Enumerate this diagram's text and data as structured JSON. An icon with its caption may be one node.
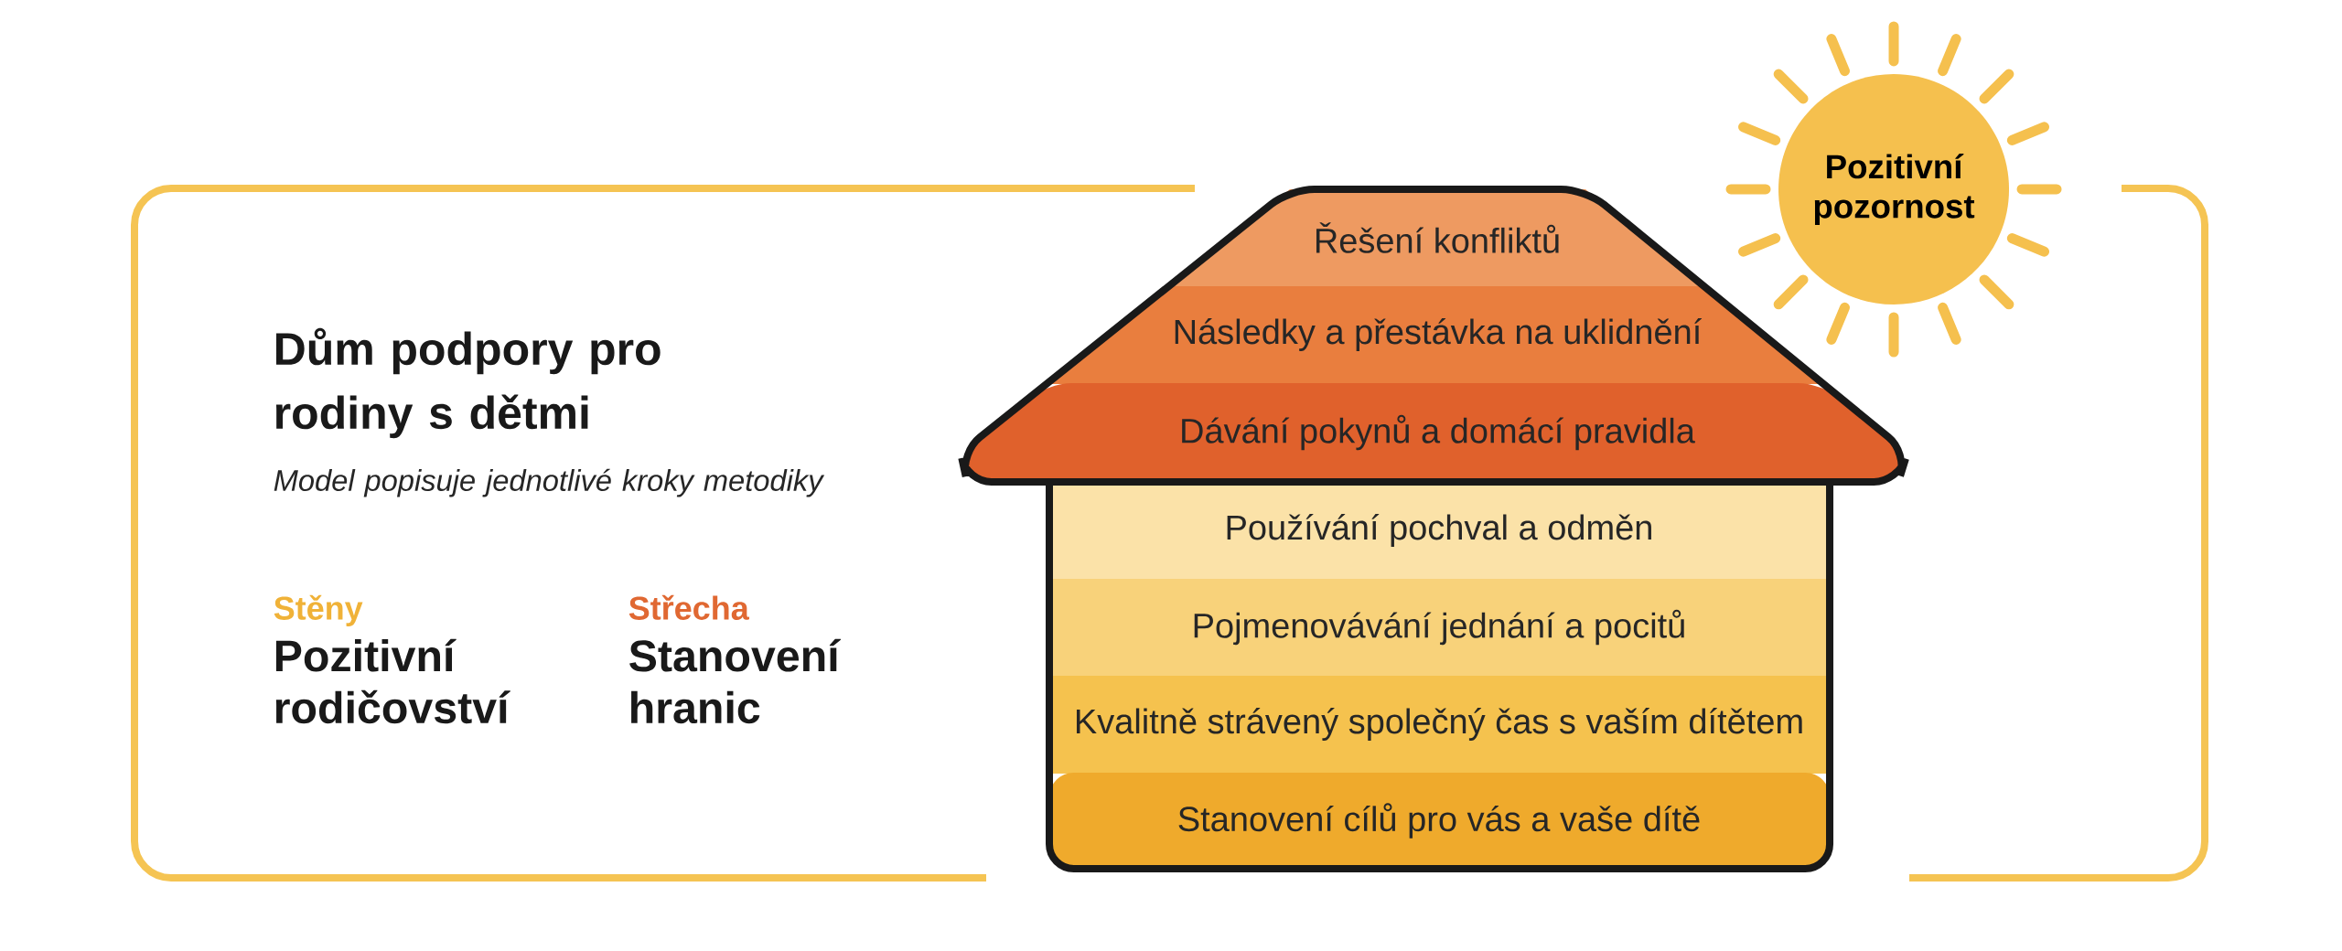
{
  "diagram": {
    "title": "Dům podpory pro rodiny s dětmi",
    "nodes": [
      {
        "text": [
          "Řešení konfliktů"
        ]
      },
      {
        "text": [
          "Následky a přestávka na uklidnění"
        ]
      },
      {
        "text": [
          "Dávání pokynů a domácí pravidla"
        ]
      },
      {
        "text": [
          "Používání pochval a odměn"
        ]
      },
      {
        "text": [
          "Pojmenovávání jednání a pocitů"
        ]
      },
      {
        "text": [
          "Kvalitně strávený společný čas s vaším dítětem"
        ]
      },
      {
        "text": [
          "Stanovení cílů pro vás a vaše dítě"
        ]
      },
      {
        "text": [
          "Pozitivní pozornost"
        ]
      }
    ],
    "labels": [
      "Model popisuje jednotlivé kroky metodiky",
      "Stěny",
      "Střecha",
      "Pozitivní rodičovství",
      "Stanovení hranic"
    ]
  }
}
